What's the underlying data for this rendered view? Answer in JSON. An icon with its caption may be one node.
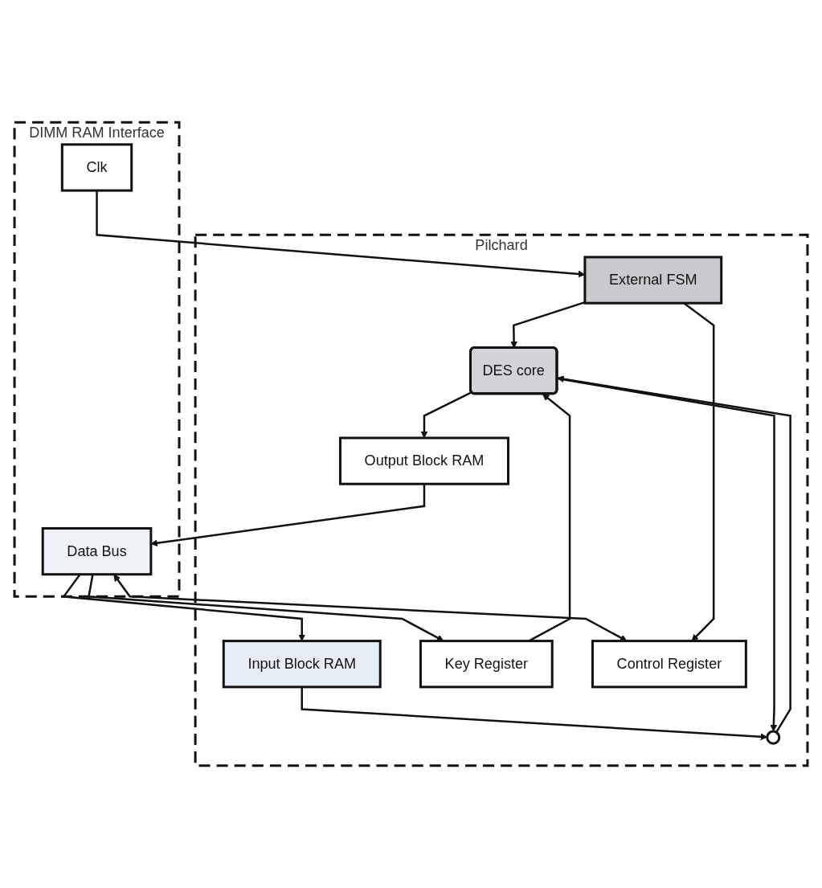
{
  "diagram": {
    "nodes": [
      {
        "text": [
          "DIMM RAM Interface"
        ]
      },
      {
        "text": [
          "Clk"
        ],
        "in": 0
      },
      {
        "text": [
          "Data Bus"
        ],
        "in": 0
      },
      {
        "text": [
          "Pilchard"
        ]
      },
      {
        "text": [
          "Input Block RAM"
        ],
        "in": 3
      },
      {
        "text": [
          "Output Block RAM"
        ],
        "in": 3
      },
      {
        "text": [],
        "shape": "circle",
        "in": 3
      },
      {
        "text": [
          "Key Register"
        ],
        "in": 3
      },
      {
        "text": [
          "DES core"
        ],
        "in": 3
      },
      {
        "text": [
          "External FSM"
        ],
        "in": 3
      },
      {
        "text": [
          "Control Register"
        ],
        "in": 3
      }
    ],
    "edges": [
      {
        "from": 2,
        "to": 4,
        "arrow": "to"
      },
      {
        "from": 2,
        "to": 7,
        "arrow": "to"
      },
      {
        "from": 5,
        "to": 2,
        "arrow": "to"
      },
      {
        "from": 2,
        "to": 10,
        "arrow": "both"
      },
      {
        "from": 1,
        "to": 9,
        "arrow": "to"
      },
      {
        "from": 4,
        "to": 6,
        "arrow": "to"
      },
      {
        "from": 6,
        "to": 8,
        "arrow": "to"
      },
      {
        "from": 7,
        "to": 8,
        "arrow": "to"
      },
      {
        "from": 8,
        "to": 5,
        "arrow": "to"
      },
      {
        "from": 8,
        "to": 6,
        "arrow": "to"
      },
      {
        "from": 9,
        "to": 8,
        "arrow": "to"
      },
      {
        "from": 9,
        "to": 10,
        "arrow": "to"
      }
    ]
  }
}
